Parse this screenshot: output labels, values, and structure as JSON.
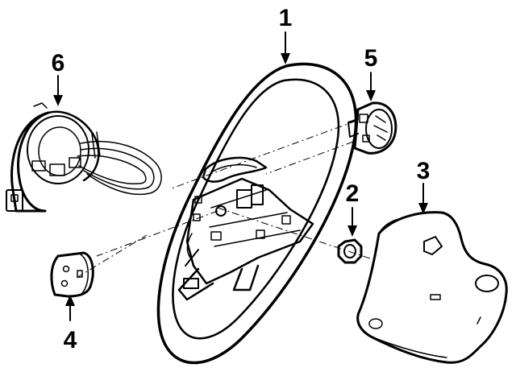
{
  "callouts": [
    {
      "id": "1",
      "label": "1",
      "part": "steering-wheel"
    },
    {
      "id": "2",
      "label": "2",
      "part": "nut"
    },
    {
      "id": "3",
      "label": "3",
      "part": "horn-pad"
    },
    {
      "id": "4",
      "label": "4",
      "part": "left-switch"
    },
    {
      "id": "5",
      "label": "5",
      "part": "right-switch"
    },
    {
      "id": "6",
      "label": "6",
      "part": "clock-spring"
    }
  ],
  "colors": {
    "ink": "#000000",
    "paper": "#ffffff"
  }
}
